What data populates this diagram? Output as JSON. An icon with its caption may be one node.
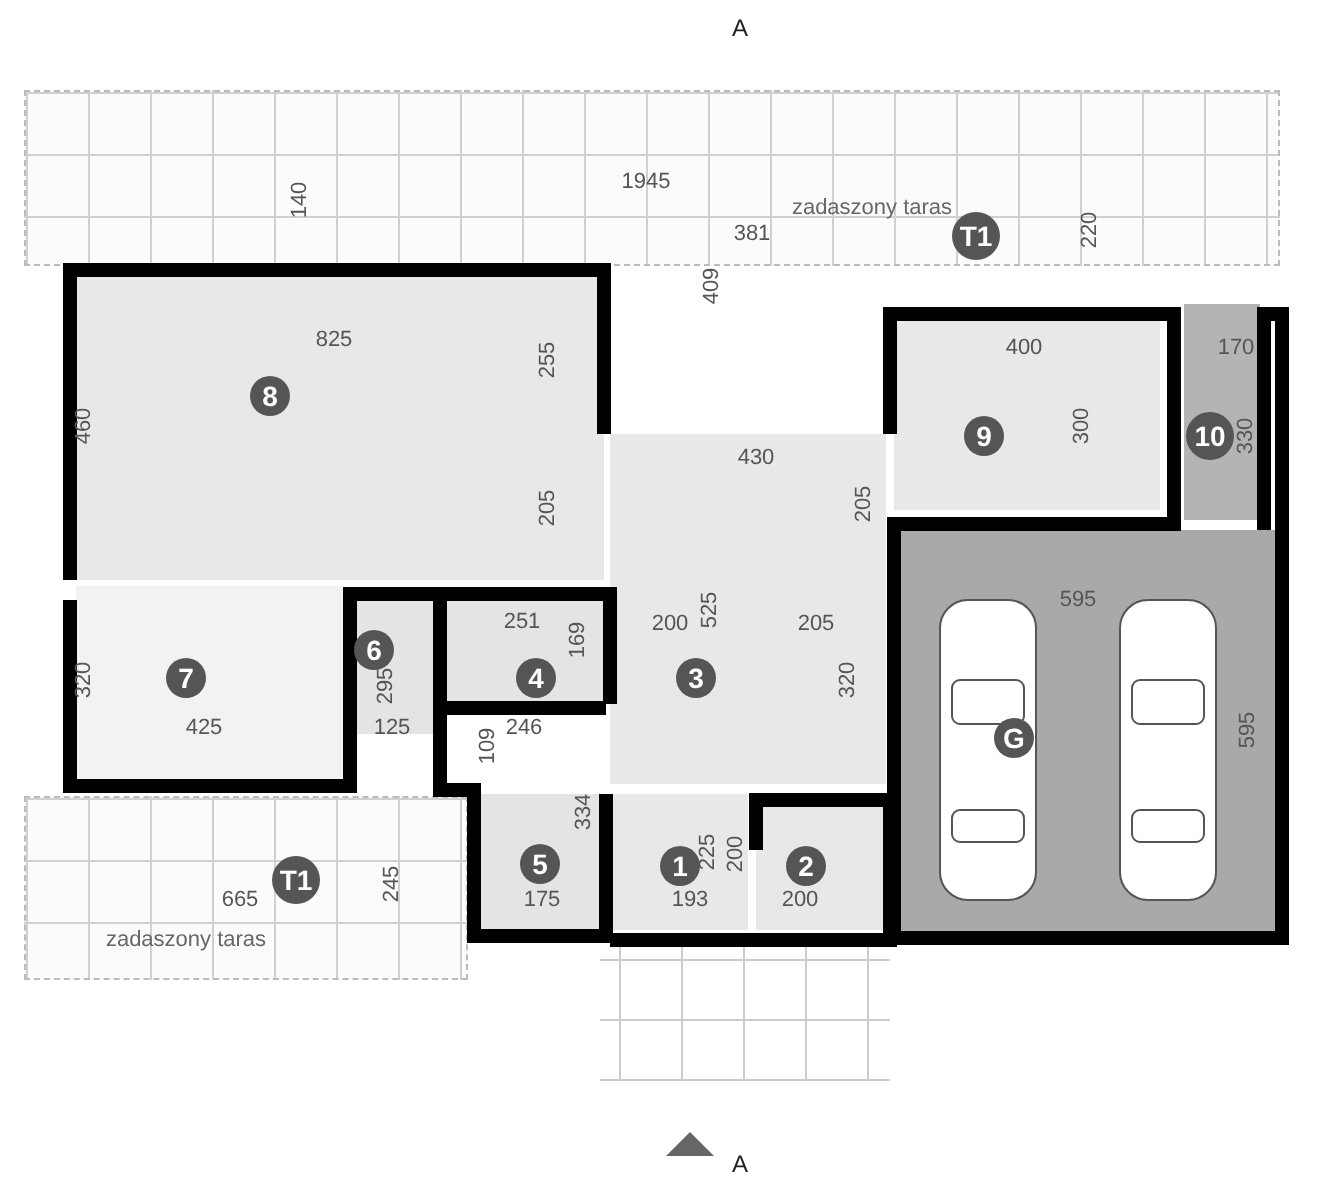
{
  "diagram": {
    "nodes": [
      {
        "text": [
          "zadaszony taras",
          "T1"
        ]
      },
      {
        "text": [
          "8"
        ]
      },
      {
        "text": [
          "9"
        ]
      },
      {
        "text": [
          "10"
        ]
      },
      {
        "text": [
          "7"
        ]
      },
      {
        "text": [
          "6"
        ]
      },
      {
        "text": [
          "4"
        ]
      },
      {
        "text": [
          "3"
        ]
      },
      {
        "text": [
          "G"
        ]
      },
      {
        "text": [
          "5"
        ]
      },
      {
        "text": [
          "1"
        ]
      },
      {
        "text": [
          "2"
        ]
      },
      {
        "text": [
          "T1",
          "zadaszony taras"
        ]
      }
    ],
    "edges": [],
    "labels": [
      "A",
      "1945",
      "140",
      "381",
      "220",
      "409",
      "825",
      "400",
      "170",
      "255",
      "460",
      "300",
      "330",
      "430",
      "205",
      "205",
      "525",
      "251",
      "200",
      "205",
      "595",
      "169",
      "320",
      "295",
      "320",
      "425",
      "125",
      "246",
      "595",
      "109",
      "334",
      "245",
      "225",
      "200",
      "665",
      "175",
      "193",
      "200",
      "A"
    ]
  }
}
